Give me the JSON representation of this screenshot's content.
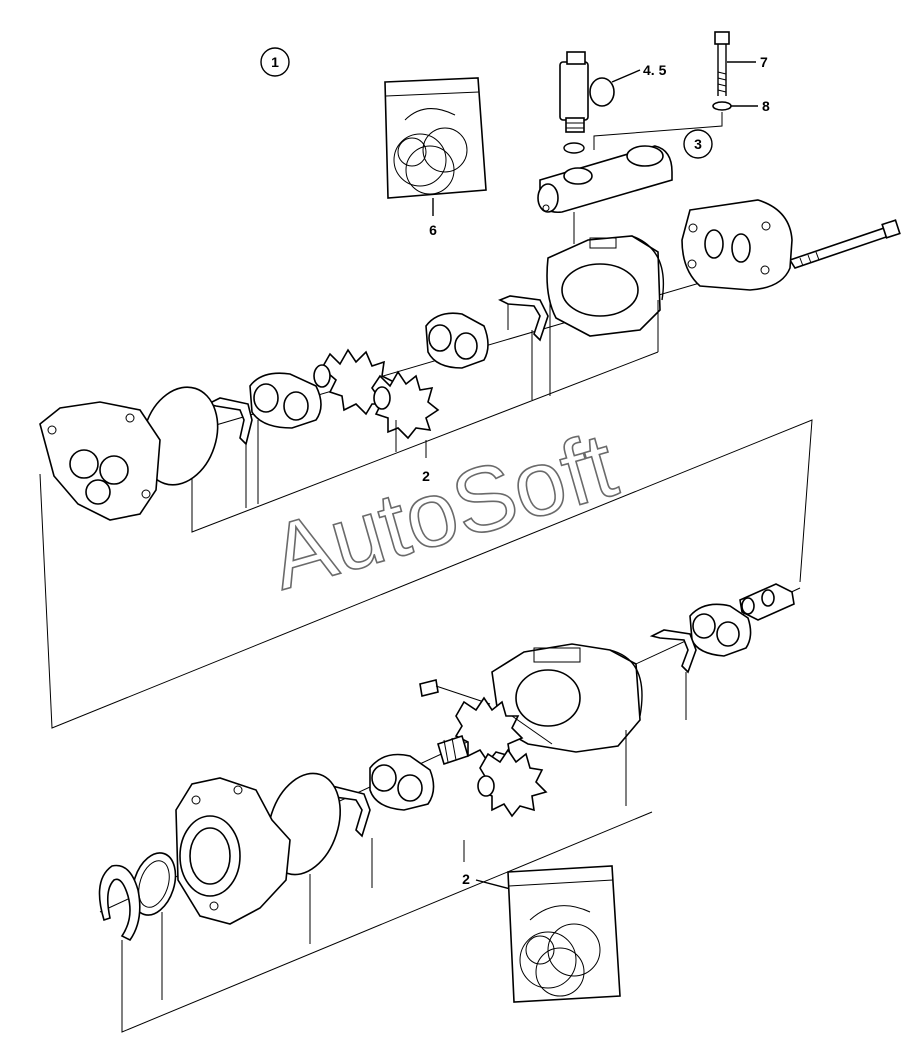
{
  "diagram": {
    "watermark": "AutoSoft",
    "callouts": {
      "c1": "1",
      "c3": "3",
      "c45": "4. 5",
      "c7": "7",
      "c8": "8",
      "c6": "6",
      "c2_top": "2",
      "c2_bottom": "2"
    },
    "colors": {
      "line": "#000000",
      "watermark": "#6a6a6a",
      "background": "#ffffff"
    }
  }
}
